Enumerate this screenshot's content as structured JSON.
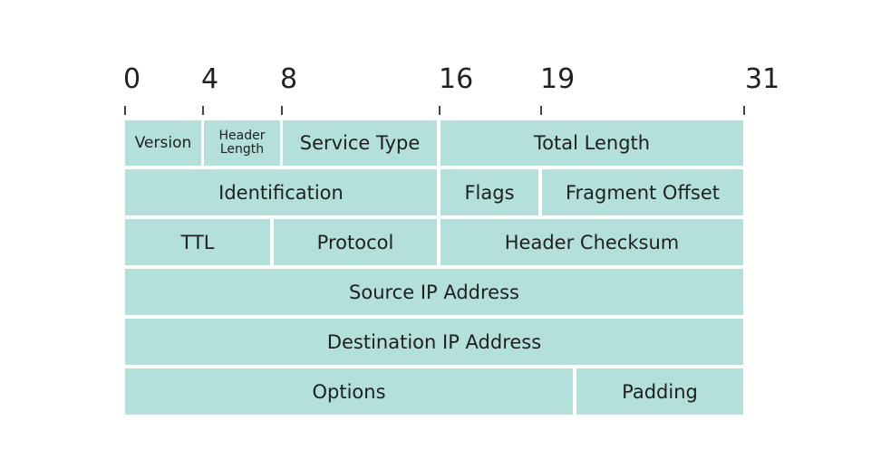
{
  "scale": {
    "labels": [
      "0",
      "4",
      "8",
      "16",
      "19",
      "31"
    ]
  },
  "rows": [
    {
      "fields": [
        {
          "label": "Version"
        },
        {
          "label": "Header Length"
        },
        {
          "label": "Service Type"
        },
        {
          "label": "Total Length"
        }
      ]
    },
    {
      "fields": [
        {
          "label": "Identification"
        },
        {
          "label": "Flags"
        },
        {
          "label": "Fragment Offset"
        }
      ]
    },
    {
      "fields": [
        {
          "label": "TTL"
        },
        {
          "label": "Protocol"
        },
        {
          "label": "Header Checksum"
        }
      ]
    },
    {
      "fields": [
        {
          "label": "Source IP Address"
        }
      ]
    },
    {
      "fields": [
        {
          "label": "Destination IP Address"
        }
      ]
    },
    {
      "fields": [
        {
          "label": "Options"
        },
        {
          "label": "Padding"
        }
      ]
    }
  ],
  "colors": {
    "field_fill": "#b3e0db",
    "tick": "#444444"
  }
}
